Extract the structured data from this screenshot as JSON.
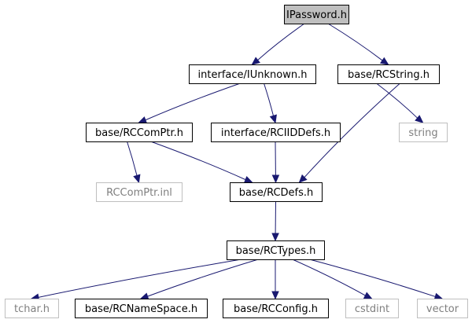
{
  "graph": {
    "nodes": [
      {
        "id": "ipassword",
        "label": "IPassword.h",
        "kind": "root"
      },
      {
        "id": "iunknown",
        "label": "interface/IUnknown.h",
        "kind": "local"
      },
      {
        "id": "rcstring",
        "label": "base/RCString.h",
        "kind": "local"
      },
      {
        "id": "rccomptr",
        "label": "base/RCComPtr.h",
        "kind": "local"
      },
      {
        "id": "rciiddefs",
        "label": "interface/RCIIDDefs.h",
        "kind": "local"
      },
      {
        "id": "string",
        "label": "string",
        "kind": "system"
      },
      {
        "id": "rccomptrinl",
        "label": "RCComPtr.inl",
        "kind": "system"
      },
      {
        "id": "rcdefs",
        "label": "base/RCDefs.h",
        "kind": "local"
      },
      {
        "id": "rctypes",
        "label": "base/RCTypes.h",
        "kind": "local"
      },
      {
        "id": "tchar",
        "label": "tchar.h",
        "kind": "system"
      },
      {
        "id": "rcnamespace",
        "label": "base/RCNameSpace.h",
        "kind": "local"
      },
      {
        "id": "rcconfig",
        "label": "base/RCConfig.h",
        "kind": "local"
      },
      {
        "id": "cstdint",
        "label": "cstdint",
        "kind": "system"
      },
      {
        "id": "vector",
        "label": "vector",
        "kind": "system"
      }
    ],
    "edges": [
      {
        "from": "ipassword",
        "to": "iunknown"
      },
      {
        "from": "ipassword",
        "to": "rcstring"
      },
      {
        "from": "iunknown",
        "to": "rccomptr"
      },
      {
        "from": "iunknown",
        "to": "rciiddefs"
      },
      {
        "from": "rcstring",
        "to": "string"
      },
      {
        "from": "rcstring",
        "to": "rcdefs"
      },
      {
        "from": "rccomptr",
        "to": "rccomptrinl"
      },
      {
        "from": "rccomptr",
        "to": "rcdefs"
      },
      {
        "from": "rciiddefs",
        "to": "rcdefs"
      },
      {
        "from": "rcdefs",
        "to": "rctypes"
      },
      {
        "from": "rctypes",
        "to": "tchar"
      },
      {
        "from": "rctypes",
        "to": "rcnamespace"
      },
      {
        "from": "rctypes",
        "to": "rcconfig"
      },
      {
        "from": "rctypes",
        "to": "cstdint"
      },
      {
        "from": "rctypes",
        "to": "vector"
      }
    ]
  },
  "colors": {
    "edge": "#191970",
    "root_fill": "#bfbfbf",
    "system_border": "#bfbfbf",
    "system_text": "#7f7f7f"
  }
}
